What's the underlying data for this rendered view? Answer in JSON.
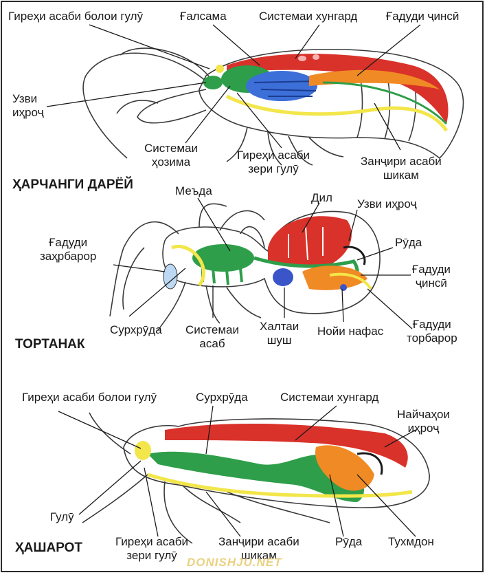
{
  "sections": [
    {
      "title": "ҲАРЧАНГИ ДАРЁЙ",
      "labels": {
        "brain_upper": "Гиреҳи асаби болои гулӯ",
        "stomach": "Ғалсама",
        "circulatory": "Системаи хунгард",
        "gonad": "Ғадуди ҷинсӣ",
        "respiratory_organ": [
          "Узви",
          "иҳроҷ"
        ],
        "digestive": [
          "Системаи",
          "ҳозима"
        ],
        "ganglion_lower": [
          "Гиреҳи асаби",
          "зери гулӯ"
        ],
        "nerve_chain": [
          "Занҷири асаби",
          "шикам"
        ]
      }
    },
    {
      "title": "ТОРТАНАК",
      "labels": {
        "stomach": "Меъда",
        "heart": "Дил",
        "excretory": "Узви иҳроҷ",
        "gut": "Рӯда",
        "venom_gland": [
          "Ғадуди",
          "заҳрбарор"
        ],
        "gonad": [
          "Ғадуди",
          "ҷинсӣ"
        ],
        "esophagus": "Сурхрӯда",
        "nervous": [
          "Системаи",
          "асаб"
        ],
        "lung_sac": [
          "Халтаи",
          "шуш"
        ],
        "trachea": "Нойи нафас",
        "silk_gland": [
          "Ғадуди",
          "торбарор"
        ]
      }
    },
    {
      "title": "ҲАШАРОТ",
      "labels": {
        "brain_upper": "Гиреҳи асаби болои гулӯ",
        "esophagus": "Сурхрӯда",
        "circulatory": "Системаи хунгард",
        "excretory_tubes": [
          "Найчаҳои",
          "иҳроҷ"
        ],
        "pharynx": "Гулӯ",
        "ganglion_lower": [
          "Гиреҳи асаби",
          "зери гулӯ"
        ],
        "nerve_chain": [
          "Занҷири асаби",
          "шикам"
        ],
        "gut": "Рӯда",
        "ovary": "Тухмдон"
      }
    }
  ],
  "watermark": "DONISHJU.NET",
  "colors": {
    "nervous": "#f2e64a",
    "digestive": "#2e9e4a",
    "circulatory": "#d9322a",
    "gonad": "#f08a24",
    "lung": "#3a55c8",
    "stomach_blue": "#3d6fd9",
    "outline": "#3a3a3a",
    "leader": "#1a1a1a"
  }
}
